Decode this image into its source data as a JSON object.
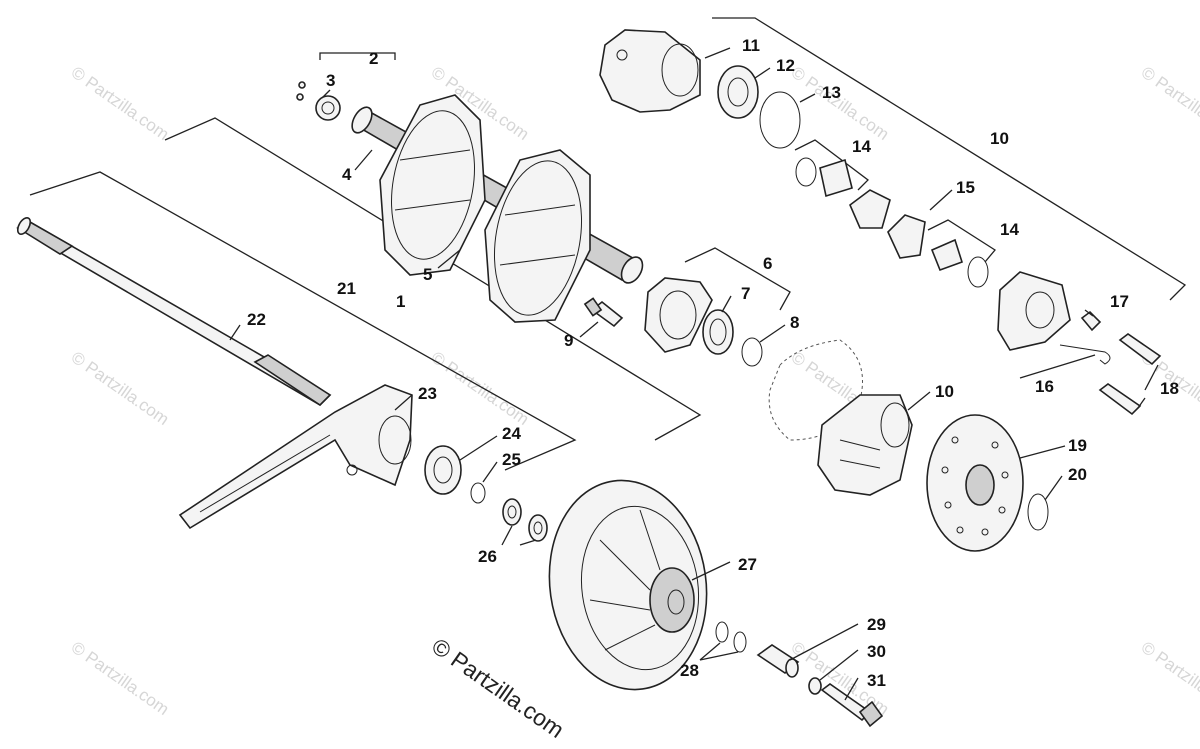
{
  "diagram": {
    "callouts": [
      {
        "id": "c1",
        "label": "1"
      },
      {
        "id": "c2",
        "label": "2"
      },
      {
        "id": "c3",
        "label": "3"
      },
      {
        "id": "c4",
        "label": "4"
      },
      {
        "id": "c5",
        "label": "5"
      },
      {
        "id": "c6",
        "label": "6"
      },
      {
        "id": "c7",
        "label": "7"
      },
      {
        "id": "c8",
        "label": "8"
      },
      {
        "id": "c9",
        "label": "9"
      },
      {
        "id": "c10a",
        "label": "10"
      },
      {
        "id": "c10b",
        "label": "10"
      },
      {
        "id": "c11",
        "label": "11"
      },
      {
        "id": "c12",
        "label": "12"
      },
      {
        "id": "c13",
        "label": "13"
      },
      {
        "id": "c14a",
        "label": "14"
      },
      {
        "id": "c14b",
        "label": "14"
      },
      {
        "id": "c15",
        "label": "15"
      },
      {
        "id": "c16",
        "label": "16"
      },
      {
        "id": "c17",
        "label": "17"
      },
      {
        "id": "c18",
        "label": "18"
      },
      {
        "id": "c19",
        "label": "19"
      },
      {
        "id": "c20",
        "label": "20"
      },
      {
        "id": "c21",
        "label": "21"
      },
      {
        "id": "c22",
        "label": "22"
      },
      {
        "id": "c23",
        "label": "23"
      },
      {
        "id": "c24",
        "label": "24"
      },
      {
        "id": "c25",
        "label": "25"
      },
      {
        "id": "c26",
        "label": "26"
      },
      {
        "id": "c27",
        "label": "27"
      },
      {
        "id": "c28",
        "label": "28"
      },
      {
        "id": "c29",
        "label": "29"
      },
      {
        "id": "c30",
        "label": "30"
      },
      {
        "id": "c31",
        "label": "31"
      }
    ],
    "credit": "© Partzilla.com",
    "watermark": "© Partzilla.com"
  }
}
